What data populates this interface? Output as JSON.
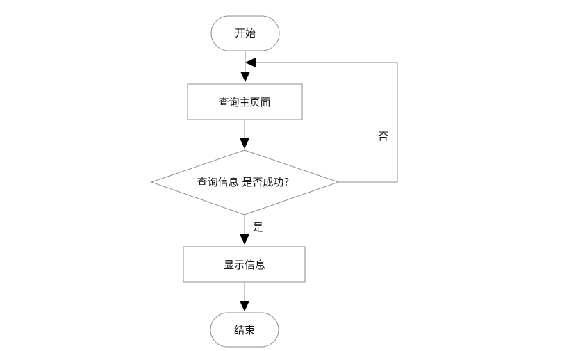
{
  "diagram": {
    "nodes": {
      "start": {
        "label": "开始"
      },
      "query_home": {
        "label": "查询主页面"
      },
      "decision": {
        "label": "查询信息 是否成功?"
      },
      "show_info": {
        "label": "显示信息"
      },
      "end": {
        "label": "结束"
      }
    },
    "edges": {
      "no_label": "否",
      "yes_label": "是"
    },
    "colors": {
      "stroke": "#8c8c8c",
      "arrow": "#000000",
      "text": "#111111",
      "background": "#ffffff"
    }
  }
}
